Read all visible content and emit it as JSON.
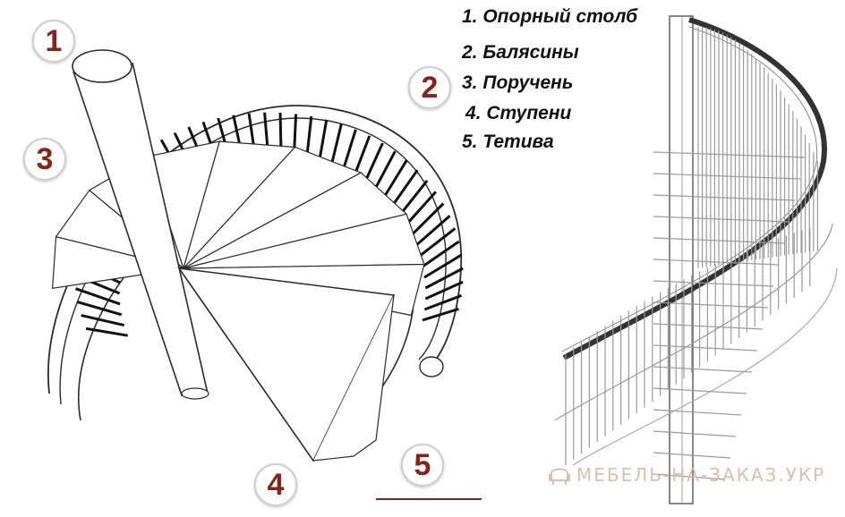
{
  "legend": {
    "items": [
      "1. Опорный столб",
      "2. Балясины",
      "3. Поручень",
      "4. Ступени",
      "5. Тетива"
    ]
  },
  "badges": [
    "1",
    "2",
    "3",
    "4",
    "5"
  ],
  "watermark": {
    "text": "МЕБЕЛЬ-НА-ЗАКАЗ.УКР"
  },
  "colors": {
    "badge_number": "#8a2317",
    "line": "#333333",
    "watermark": "#d9b7a6"
  }
}
